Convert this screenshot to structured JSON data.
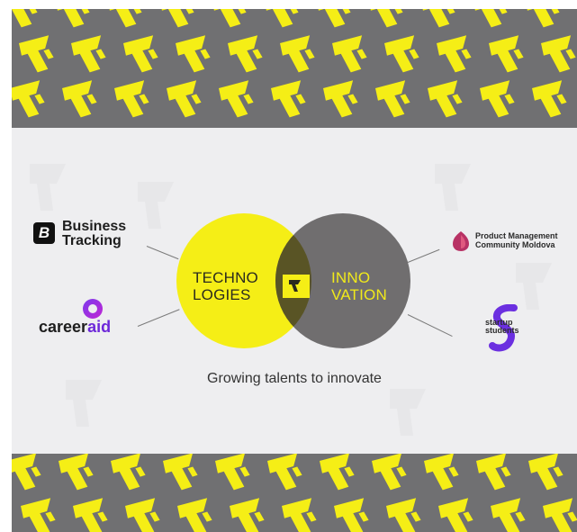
{
  "colors": {
    "band": "#707072",
    "accent_yellow": "#f5ee16",
    "panel": "#eeeef0",
    "circle_grey": "#706e6f",
    "overlap": "#595425"
  },
  "venn": {
    "left_lines": [
      "TECHNO",
      "LOGIES"
    ],
    "right_lines": [
      "INNO",
      "VATION"
    ],
    "center_icon": "tn-logo-icon"
  },
  "tagline": "Growing talents to innovate",
  "partners": {
    "business_tracking": {
      "icon": "b-logo-icon",
      "icon_glyph": "B",
      "line1": "Business",
      "line2": "Tracking"
    },
    "careeraid": {
      "icon": "careeraid-logo-icon",
      "text_main": "career",
      "text_accent": "aid"
    },
    "product_management": {
      "icon": "pm-logo-icon",
      "line1": "Product Management",
      "line2": "Community Moldova"
    },
    "startup_students": {
      "icon": "startup-students-logo-icon",
      "line1": "startup",
      "line2": "students"
    }
  }
}
